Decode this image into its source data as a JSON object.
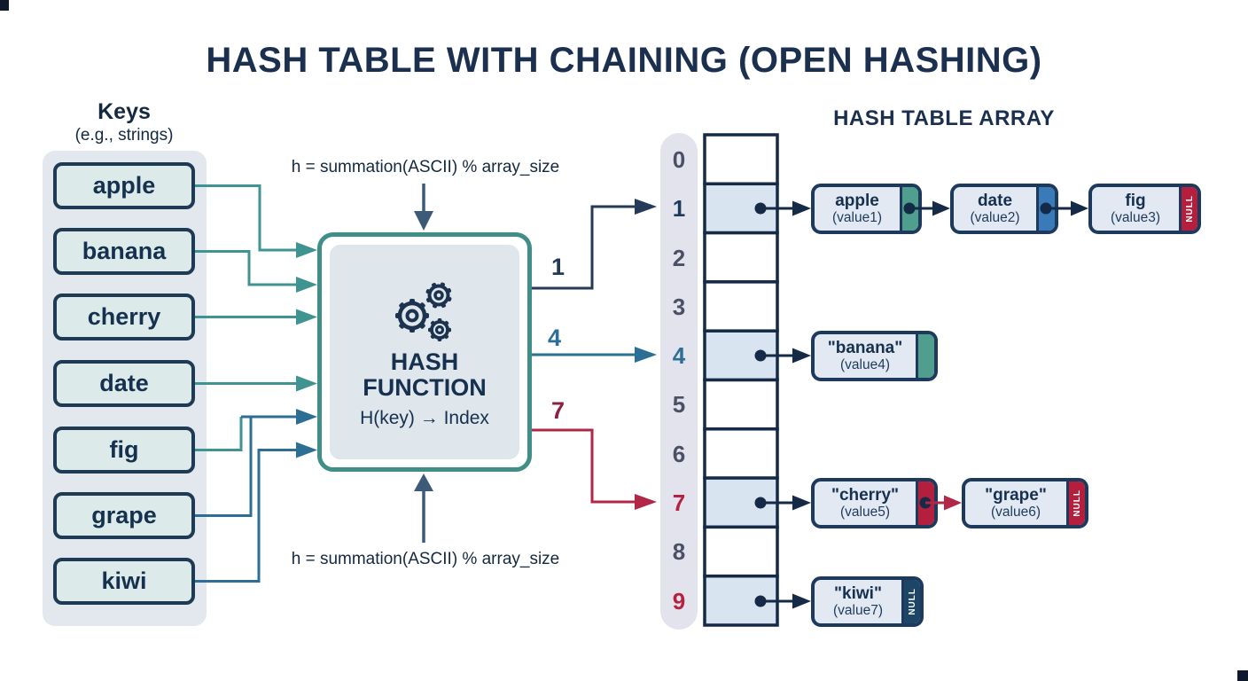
{
  "title": "HASH TABLE WITH CHAINING (OPEN HASHING)",
  "keys_panel": {
    "heading": "Keys",
    "subheading": "(e.g., strings)",
    "items": [
      {
        "label": "apple"
      },
      {
        "label": "banana"
      },
      {
        "label": "cherry"
      },
      {
        "label": "date"
      },
      {
        "label": "fig"
      },
      {
        "label": "grape"
      },
      {
        "label": "kiwi"
      }
    ]
  },
  "hash_function": {
    "title_line1": "HASH",
    "title_line2": "FUNCTION",
    "formula": "H(key) → Index"
  },
  "annotations": {
    "top": "h = summation(ASCII) % array_size",
    "bottom": "h = summation(ASCII) % array_size"
  },
  "outputs": [
    {
      "label": "1",
      "color": "#243a58"
    },
    {
      "label": "4",
      "color": "#2d6e94"
    },
    {
      "label": "7",
      "color": "#8d2040"
    }
  ],
  "array_section": {
    "heading": "HASH TABLE ARRAY",
    "indices": [
      {
        "label": "0",
        "highlight": "default"
      },
      {
        "label": "1",
        "highlight": "navy"
      },
      {
        "label": "2",
        "highlight": "default"
      },
      {
        "label": "3",
        "highlight": "default"
      },
      {
        "label": "4",
        "highlight": "steel"
      },
      {
        "label": "5",
        "highlight": "default"
      },
      {
        "label": "6",
        "highlight": "default"
      },
      {
        "label": "7",
        "highlight": "red"
      },
      {
        "label": "8",
        "highlight": "default"
      },
      {
        "label": "9",
        "highlight": "red"
      }
    ],
    "occupied_slots": [
      1,
      4,
      7,
      9
    ]
  },
  "chains": {
    "bucket_1": [
      {
        "label": "apple",
        "sublabel": "(value1)",
        "tail_color": "#4f9e8e"
      },
      {
        "label": "date",
        "sublabel": "(value2)",
        "tail_color": "#3a7ab8"
      },
      {
        "label": "fig",
        "sublabel": "(value3)",
        "tail_color": "#b51f3e",
        "null_label": "NULL"
      }
    ],
    "bucket_4": [
      {
        "label": "\"banana\"",
        "sublabel": "(value4)",
        "tail_color": "#4f9e8e"
      }
    ],
    "bucket_7": [
      {
        "label": "\"cherry\"",
        "sublabel": "(value5)",
        "tail_color": "#b51f3e"
      },
      {
        "label": "\"grape\"",
        "sublabel": "(value6)",
        "tail_color": "#b51f3e",
        "null_label": "NULL"
      }
    ],
    "bucket_9": [
      {
        "label": "\"kiwi\"",
        "sublabel": "(value7)",
        "tail_color": "#1d4566",
        "null_label": "NULL"
      }
    ]
  },
  "colors": {
    "navy_text": "#16314f",
    "teal_accent": "#3f8e88",
    "steel_blue": "#2d6e94",
    "crimson": "#b52747",
    "key_fill": "#dcebe9",
    "panel_gray": "#e3e8ef",
    "cell_fill": "#d9e4f1",
    "node_fill": "#e2e9f2"
  }
}
